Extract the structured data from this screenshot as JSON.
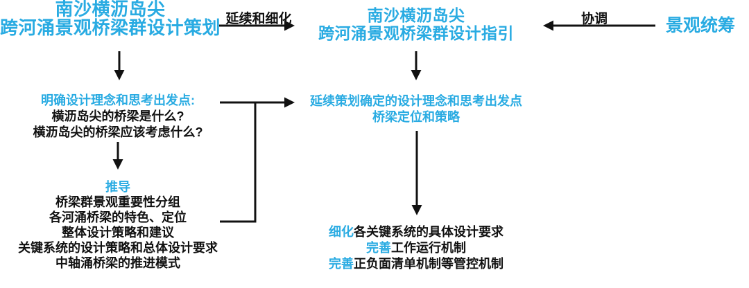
{
  "colors": {
    "accent": "#29ABE2",
    "ink": "#111111"
  },
  "top": {
    "plan_title": {
      "line1": "南沙横沥岛尖",
      "line2": "跨河涌景观桥梁群设计策划"
    },
    "refine_arrow_label": "延续和细化",
    "guide_title": {
      "line1": "南沙横沥岛尖",
      "line2": "跨河涌景观桥梁群设计指引"
    },
    "coordinate_arrow_label": "协调",
    "overall_coordination_label": "景观统筹"
  },
  "plan_column": {
    "concept": {
      "heading": "明确设计理念和思考出发点:",
      "question1": "横沥岛尖的桥梁是什么?",
      "question2": "横沥岛尖的桥梁应该考虑什么?"
    },
    "derive": {
      "heading": "推导",
      "items": [
        "桥梁群景观重要性分组",
        "各河涌桥梁的特色、定位",
        "整体设计策略和建议",
        "关键系统的设计策略和总体设计要求",
        "中轴涌桥梁的推进模式"
      ]
    }
  },
  "guide_column": {
    "continuation": {
      "line1": "延续策划确定的设计理念和思考出发点",
      "line2": "桥梁定位和策略"
    },
    "details": [
      {
        "prefix": "细化",
        "rest": "各关键系统的具体设计要求"
      },
      {
        "prefix": "完善",
        "rest": "工作运行机制"
      },
      {
        "prefix": "完善",
        "rest": "正负面清单机制等管控机制"
      }
    ]
  }
}
